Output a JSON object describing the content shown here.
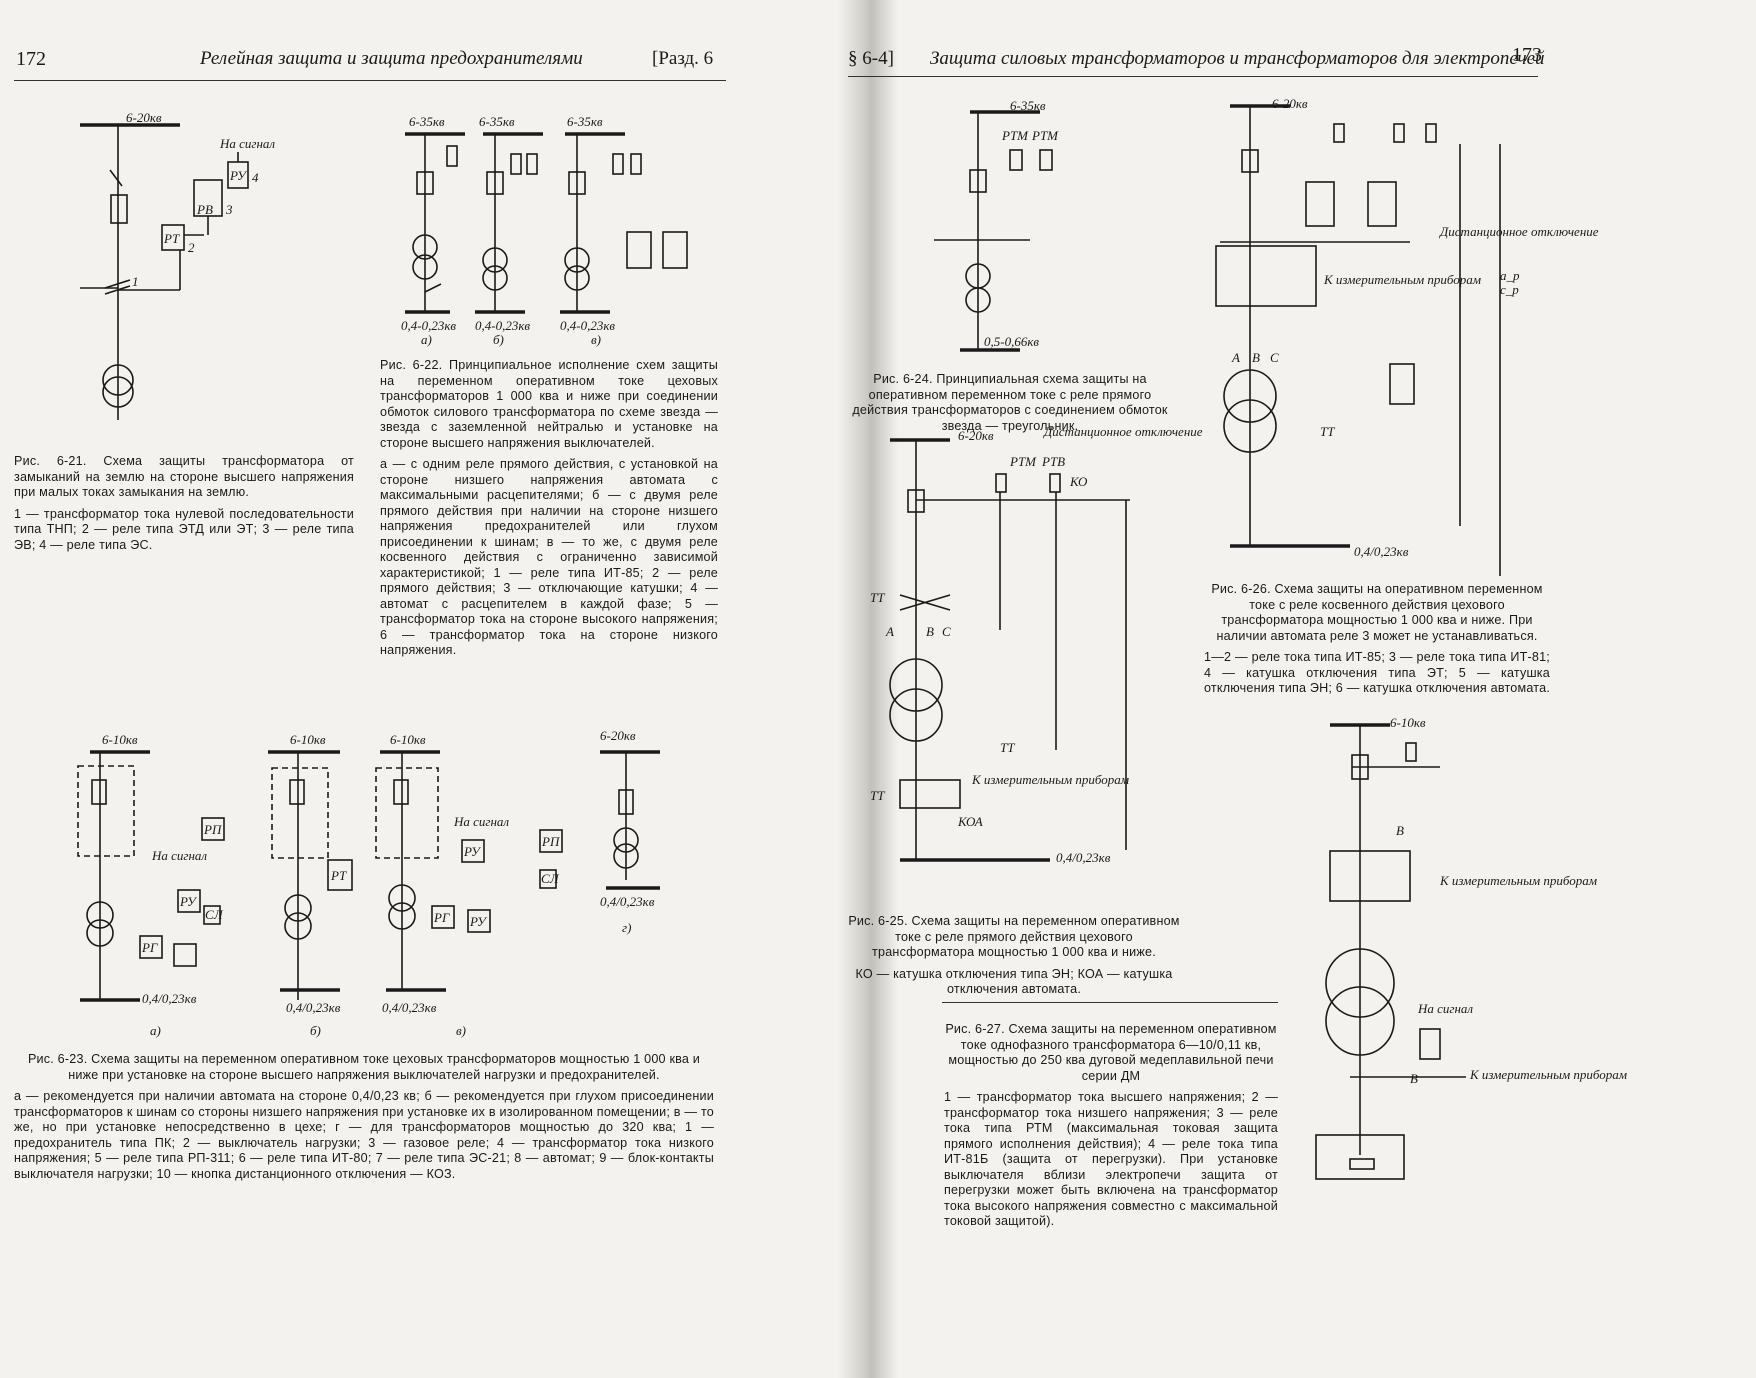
{
  "left_page": {
    "page_number": "172",
    "running_title": "Релейная защита и защита предохранителями",
    "section": "[Разд. 6",
    "fig21": {
      "labels": {
        "bus": "6-20кв",
        "signal": "На сигнал",
        "ru": "РУ",
        "rv": "РВ",
        "rt": "РТ",
        "n1": "1",
        "n2": "2",
        "n3": "3",
        "n4": "4"
      },
      "caption": "Рис. 6-21. Схема защиты трансформатора от замыканий на землю на стороне высшего напряжения при малых токах замыкания на землю.",
      "legend": "1 — трансформатор тока нулевой последовательности типа ТНП; 2 — реле типа ЭТД или ЭТ; 3 — реле типа ЭВ; 4 — реле типа ЭС."
    },
    "fig22": {
      "labels": {
        "bus_a": "6-35кв",
        "bus_b": "6-35кв",
        "bus_c": "6-35кв",
        "lv_a": "0,4-0,23кв",
        "lv_b": "0,4-0,23кв",
        "lv_c": "0,4-0,23кв",
        "a": "а)",
        "b": "б)",
        "c": "в)"
      },
      "caption": "Рис. 6-22. Принципиальное исполнение схем защиты на переменном оперативном токе цеховых трансформаторов 1 000 ква и ниже при соединении обмоток силового трансформатора по схеме звезда — звезда с заземленной нейтралью и установке на стороне высшего напряжения выключателей.",
      "legend": "а — с одним реле прямого действия, с установкой на стороне низшего напряжения автомата с максимальными расцепителями; б — с двумя реле прямого действия при наличии на стороне низшего напряжения предохранителей или глухом присоединении к шинам; в — то же, с двумя реле косвенного действия с ограниченно зависимой характеристикой; 1 — реле типа ИТ-85; 2 — реле прямого действия; 3 — отключающие катушки; 4 — автомат с расцепителем в каждой фазе; 5 — трансформатор тока на стороне высокого напряжения; 6 — трансформатор тока на стороне низкого напряжения."
    },
    "fig23": {
      "labels": {
        "bus_a": "6-10кв",
        "bus_b": "6-10кв",
        "bus_c": "6-10кв",
        "bus_d": "6-20кв",
        "lv_a": "0,4/0,23кв",
        "lv_b": "0,4/0,23кв",
        "lv_c": "0,4/0,23кв",
        "lv_d": "0,4/0,23кв",
        "a": "а)",
        "b": "б)",
        "c": "в)",
        "d": "г)",
        "signal": "На сигнал",
        "rp": "РП",
        "ru": "РУ",
        "rg": "РГ",
        "sl": "СЛ",
        "rt": "РТ"
      },
      "caption": "Рис. 6-23. Схема защиты на переменном оперативном токе цеховых трансформаторов мощностью 1 000 ква и ниже при установке на стороне высшего напряжения выключателей нагрузки и предохранителей.",
      "legend": "а — рекомендуется при наличии автомата на стороне 0,4/0,23 кв; б — рекомендуется при глухом присоединении трансформаторов к шинам со стороны низшего напряжения при установке их в изолированном помещении; в — то же, но при установке непосредственно в цехе; г — для трансформаторов мощностью до 320 ква; 1 — предохранитель типа ПК; 2 — выключатель нагрузки; 3 — газовое реле; 4 — трансформатор тока низкого напряжения; 5 — реле типа РП-311; 6 — реле типа ИТ-80; 7 — реле типа ЭС-21; 8 — автомат; 9 — блок-контакты выключателя нагрузки; 10 — кнопка дистанционного отключения — КОЗ."
    }
  },
  "right_page": {
    "page_number": "173",
    "running_title": "Защита силовых трансформаторов и трансформаторов для электропечей",
    "section": "§ 6-4]",
    "fig24": {
      "labels": {
        "bus": "6-35кв",
        "rtm1": "РТМ",
        "rtm2": "РТМ",
        "lv": "0,5-0,66кв"
      },
      "caption": "Рис. 6-24. Принципиальная схема защиты на оперативном переменном токе с реле прямого действия трансформаторов с соединением обмоток звезда — треугольник."
    },
    "fig25": {
      "labels": {
        "bus": "6-20кв",
        "rtm": "РТМ",
        "rtv": "РТВ",
        "ko": "КО",
        "remote": "Дистанционное отключение",
        "tt1": "ТТ",
        "tt2": "ТТ",
        "tt3": "ТТ",
        "meters": "К измерительным приборам",
        "koa": "КОА",
        "lv": "0,4/0,23кв",
        "a": "А",
        "b": "В",
        "c": "С"
      },
      "caption": "Рис. 6-25. Схема защиты на переменном оперативном токе с реле прямого действия цехового трансформатора мощностью 1 000 ква и ниже.",
      "legend": "КО — катушка отключения типа ЭН; КОА — катушка отключения автомата."
    },
    "fig26": {
      "labels": {
        "bus": "6-20кв",
        "remote": "Дистанционное отключение",
        "meters": "К измерительным приборам",
        "lv": "0,4/0,23кв",
        "tt": "ТТ",
        "a": "А",
        "b": "В",
        "c": "С",
        "ar": "а_р",
        "cr": "с_р"
      },
      "caption": "Рис. 6-26. Схема защиты на оперативном переменном токе с реле косвенного действия цехового трансформатора мощностью 1 000 ква и ниже. При наличии автомата реле 3 может не устанавливаться.",
      "legend": "1—2 — реле тока типа ИТ-85; 3 — реле тока типа ИТ-81; 4 — катушка отключения типа ЭТ; 5 — катушка отключения типа ЭН; 6 — катушка отключения автомата."
    },
    "fig27": {
      "labels": {
        "bus": "6-10кв",
        "meters1": "К измерительным приборам",
        "meters2": "К измерительным приборам",
        "signal": "На сигнал",
        "b": "В"
      },
      "caption": "Рис. 6-27. Схема защиты на переменном оперативном токе однофазного трансформатора 6—10/0,11 кв, мощностью до 250 ква дуговой медеплавильной печи серии ДМ",
      "legend": "1 — трансформатор тока высшего напряжения; 2 — трансформатор тока низшего напряжения; 3 — реле тока типа РТМ (максимальная токовая защита прямого исполнения действия); 4 — реле тока типа ИТ-81Б (защита от перегрузки). При установке выключателя вблизи электропечи защита от перегрузки может быть включена на трансформатор тока высокого напряжения совместно с максимальной токовой защитой)."
    }
  }
}
